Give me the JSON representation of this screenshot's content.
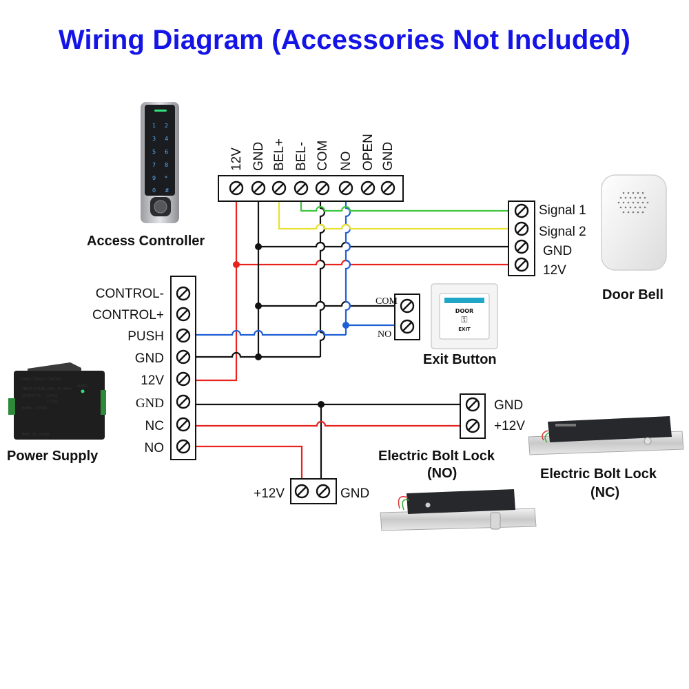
{
  "title": "Wiring Diagram (Accessories Not Included)",
  "access_controller": {
    "label": "Access Controller",
    "keypad_keys": [
      "1",
      "2",
      "3",
      "4",
      "5",
      "6",
      "7",
      "8",
      "9",
      "*",
      "0",
      "#"
    ],
    "terminals": [
      "12V",
      "GND",
      "BEL+",
      "BEL-",
      "COM",
      "NO",
      "OPEN",
      "GND"
    ]
  },
  "power_supply": {
    "label": "Power Supply",
    "terminals": [
      "CONTROL-",
      "CONTROL+",
      "PUSH",
      "GND",
      "12V",
      "GND",
      "NC",
      "NO"
    ],
    "device_text": [
      "POWER SUPPLY CONTROL",
      "INPUT:AC100-240V 50-60Hz",
      "OUTPUT DC",
      "12V5A",
      "12V3A",
      "MODEL: YD3A5",
      "MADE IN CHINA",
      "POWER"
    ]
  },
  "door_bell": {
    "label": "Door Bell",
    "terminals": [
      "Signal 1",
      "Signal 2",
      "GND",
      "12V"
    ]
  },
  "exit_button": {
    "label": "Exit Button",
    "terminals": [
      "COM",
      "NO"
    ],
    "face_text": [
      "DOOR",
      "EXIT"
    ]
  },
  "bolt_no": {
    "label_line1": "Electric Bolt Lock",
    "label_line2": "(NO)",
    "terminal_left": "+12V",
    "terminal_right": "GND"
  },
  "bolt_nc": {
    "label_line1": "Electric Bolt Lock",
    "label_line2": "(NC)",
    "terminals": [
      "GND",
      "+12V"
    ]
  },
  "colors": {
    "title": "#1414e6",
    "red_wire": "#e8221c",
    "black_wire": "#111111",
    "blue_wire": "#1f5fd6",
    "green_wire": "#3ec63e",
    "yellow_wire": "#e8e030"
  }
}
